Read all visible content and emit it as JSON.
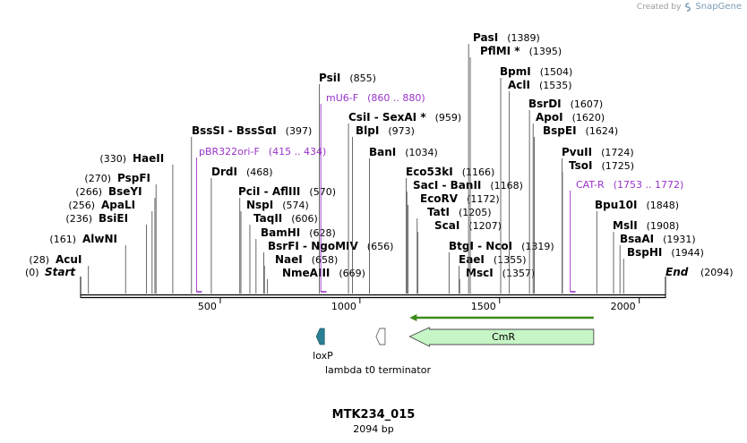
{
  "credit": {
    "prefix": "Created by",
    "brand": "SnapGene"
  },
  "map": {
    "name": "MTK234_015",
    "length_label": "2094 bp",
    "length": 2094,
    "axis_ticks": [
      "500",
      "1000",
      "1500",
      "2000"
    ],
    "start_label": "Start",
    "start_pos": "(0)",
    "end_label": "End",
    "end_pos": "(2094)",
    "sites": [
      {
        "name": "AcuI",
        "pos": "(28)",
        "bp": 28
      },
      {
        "name": "AlwNI",
        "pos": "(161)",
        "bp": 161
      },
      {
        "name": "BsiEI",
        "pos": "(236)",
        "bp": 236
      },
      {
        "name": "ApaLI",
        "pos": "(256)",
        "bp": 256
      },
      {
        "name": "BseYI",
        "pos": "(266)",
        "bp": 266
      },
      {
        "name": "PspFI",
        "pos": "(270)",
        "bp": 270
      },
      {
        "name": "HaeII",
        "pos": "(330)",
        "bp": 330
      },
      {
        "name": "BssSI - BssSαI",
        "pos": "(397)",
        "bp": 397
      },
      {
        "name": "DrdI",
        "pos": "(468)",
        "bp": 468
      },
      {
        "name": "PciI - AflIII",
        "pos": "(570)",
        "bp": 570
      },
      {
        "name": "NspI",
        "pos": "(574)",
        "bp": 574
      },
      {
        "name": "TaqII",
        "pos": "(606)",
        "bp": 606
      },
      {
        "name": "BamHI",
        "pos": "(628)",
        "bp": 628
      },
      {
        "name": "BsrFI - NgoMIV",
        "pos": "(656)",
        "bp": 656
      },
      {
        "name": "NaeI",
        "pos": "(658)",
        "bp": 658
      },
      {
        "name": "NmeAIII",
        "pos": "(669)",
        "bp": 669
      },
      {
        "name": "PsiI",
        "pos": "(855)",
        "bp": 855
      },
      {
        "name": "CsiI - SexAI *",
        "pos": "(959)",
        "bp": 959
      },
      {
        "name": "BlpI",
        "pos": "(973)",
        "bp": 973
      },
      {
        "name": "BanI",
        "pos": "(1034)",
        "bp": 1034
      },
      {
        "name": "Eco53kI",
        "pos": "(1166)",
        "bp": 1166
      },
      {
        "name": "SacI - BanII",
        "pos": "(1168)",
        "bp": 1168
      },
      {
        "name": "EcoRV",
        "pos": "(1172)",
        "bp": 1172
      },
      {
        "name": "TatI",
        "pos": "(1205)",
        "bp": 1205
      },
      {
        "name": "ScaI",
        "pos": "(1207)",
        "bp": 1207
      },
      {
        "name": "BtgI - NcoI",
        "pos": "(1319)",
        "bp": 1319
      },
      {
        "name": "EaeI",
        "pos": "(1355)",
        "bp": 1355
      },
      {
        "name": "MscI",
        "pos": "(1357)",
        "bp": 1357
      },
      {
        "name": "PasI",
        "pos": "(1389)",
        "bp": 1389
      },
      {
        "name": "PflMI *",
        "pos": "(1395)",
        "bp": 1395
      },
      {
        "name": "BpmI",
        "pos": "(1504)",
        "bp": 1504
      },
      {
        "name": "AclI",
        "pos": "(1535)",
        "bp": 1535
      },
      {
        "name": "BsrDI",
        "pos": "(1607)",
        "bp": 1607
      },
      {
        "name": "ApoI",
        "pos": "(1620)",
        "bp": 1620
      },
      {
        "name": "BspEI",
        "pos": "(1624)",
        "bp": 1624
      },
      {
        "name": "PvuII",
        "pos": "(1724)",
        "bp": 1724
      },
      {
        "name": "TsoI",
        "pos": "(1725)",
        "bp": 1725
      },
      {
        "name": "Bpu10I",
        "pos": "(1848)",
        "bp": 1848
      },
      {
        "name": "MslI",
        "pos": "(1908)",
        "bp": 1908
      },
      {
        "name": "BsaAI",
        "pos": "(1931)",
        "bp": 1931
      },
      {
        "name": "BspHI",
        "pos": "(1944)",
        "bp": 1944
      }
    ],
    "primers": [
      {
        "name": "mU6-F",
        "range": "(860 .. 880)",
        "start": 860,
        "end": 880
      },
      {
        "name": "pBR322ori-F",
        "range": "(415 .. 434)",
        "start": 415,
        "end": 434
      },
      {
        "name": "CAT-R",
        "range": "(1753 .. 1772)",
        "start": 1753,
        "end": 1772
      }
    ],
    "features": [
      {
        "name": "loxP",
        "kind": "loxP",
        "start": 843,
        "end": 877,
        "color": "#2b7f94"
      },
      {
        "name": "lambda t0 terminator",
        "kind": "terminator",
        "start": 1058,
        "end": 1090,
        "color": "#ffffff"
      },
      {
        "name": "CmR",
        "kind": "gene",
        "start": 1178,
        "end": 1837,
        "color": "#c6f5c6"
      }
    ],
    "orf": {
      "start": 1178,
      "end": 1837,
      "color": "#3d8a1a"
    },
    "colors": {
      "primer": "#9a33c9",
      "backbone": "#000000",
      "leader": "#444444"
    }
  }
}
